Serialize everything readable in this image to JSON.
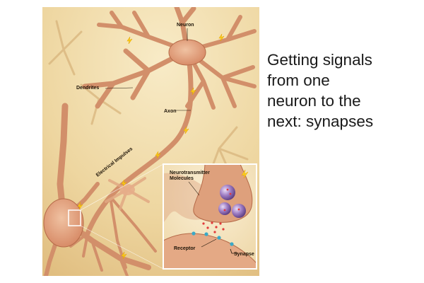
{
  "slide": {
    "text_lines": [
      "Getting signals",
      "from one",
      "neuron to the",
      "next: synapses"
    ]
  },
  "figure": {
    "labels": {
      "neuron": "Neuron",
      "dendrites": "Dendrites",
      "axon": "Axon",
      "electrical_impulses": "Electrical Impulses",
      "neurotransmitter_line1": "Neurotransmitter",
      "neurotransmitter_line2": "Molecules",
      "receptor": "Receptor",
      "synapse": "Synapse"
    }
  },
  "colors": {
    "background": "#efd9a4",
    "neuron_body": "#e2a07c",
    "neuron_outline": "#b56a48",
    "impulse": "#ffd21a",
    "vesicle": "#7d5a9e",
    "inset_border": "#ffffff"
  }
}
